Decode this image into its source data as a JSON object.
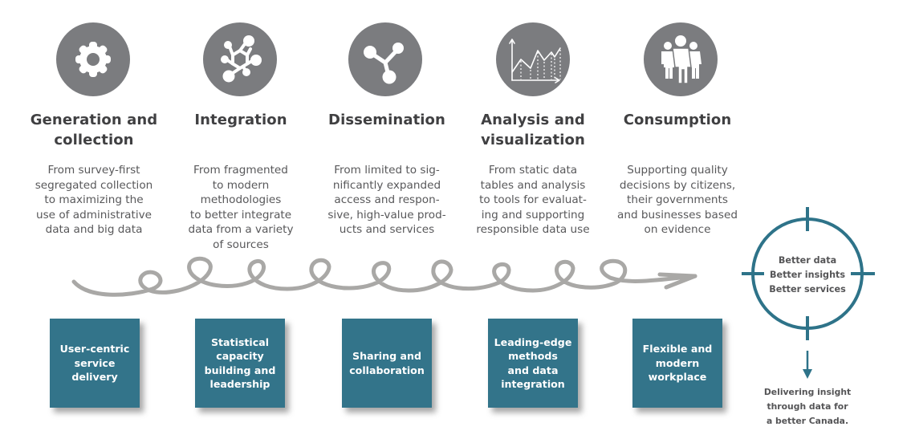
{
  "colors": {
    "icon_circle": "#7b7c7f",
    "heading_text": "#404042",
    "body_text": "#58585a",
    "box_fill": "#33748a",
    "box_text": "#ffffff",
    "target_ring": "#2e7389",
    "spiral_arrow": "#a9a8a6"
  },
  "stages": [
    {
      "icon": "gear-icon",
      "heading": [
        "Generation and",
        "collection"
      ],
      "description": [
        "From survey-first",
        "segregated collection",
        "to maximizing the",
        "use of administrative",
        "data and big data"
      ]
    },
    {
      "icon": "network-hub-icon",
      "heading": [
        "Integration"
      ],
      "description": [
        "From fragmented",
        "to modern",
        "methodologies",
        "to better integrate",
        "data from a variety",
        "of sources"
      ]
    },
    {
      "icon": "share-nodes-icon",
      "heading": [
        "Dissemination"
      ],
      "description": [
        "From limited to sig-",
        "nificantly expanded",
        "access and respon-",
        "sive, high-value prod-",
        "ucts and services"
      ]
    },
    {
      "icon": "line-chart-icon",
      "heading": [
        "Analysis and",
        "visualization"
      ],
      "description": [
        "From static data",
        "tables and analysis",
        "to tools for evaluat-",
        "ing and supporting",
        "responsible data use"
      ]
    },
    {
      "icon": "people-group-icon",
      "heading": [
        "Consumption"
      ],
      "description": [
        "Supporting quality",
        "decisions by citizens,",
        "their governments",
        "and businesses based",
        "on evidence"
      ]
    }
  ],
  "pillars": [
    {
      "label": [
        "User-centric",
        "service",
        "delivery"
      ]
    },
    {
      "label": [
        "Statistical",
        "capacity",
        "building and",
        "leadership"
      ]
    },
    {
      "label": [
        "Sharing and",
        "collaboration"
      ]
    },
    {
      "label": [
        "Leading-edge",
        "methods",
        "and data",
        "integration"
      ]
    },
    {
      "label": [
        "Flexible and",
        "modern",
        "workplace"
      ]
    }
  ],
  "target": {
    "lines": [
      "Better data",
      "Better insights",
      "Better services"
    ]
  },
  "tagline": [
    "Delivering insight",
    "through data for",
    "a better Canada."
  ]
}
